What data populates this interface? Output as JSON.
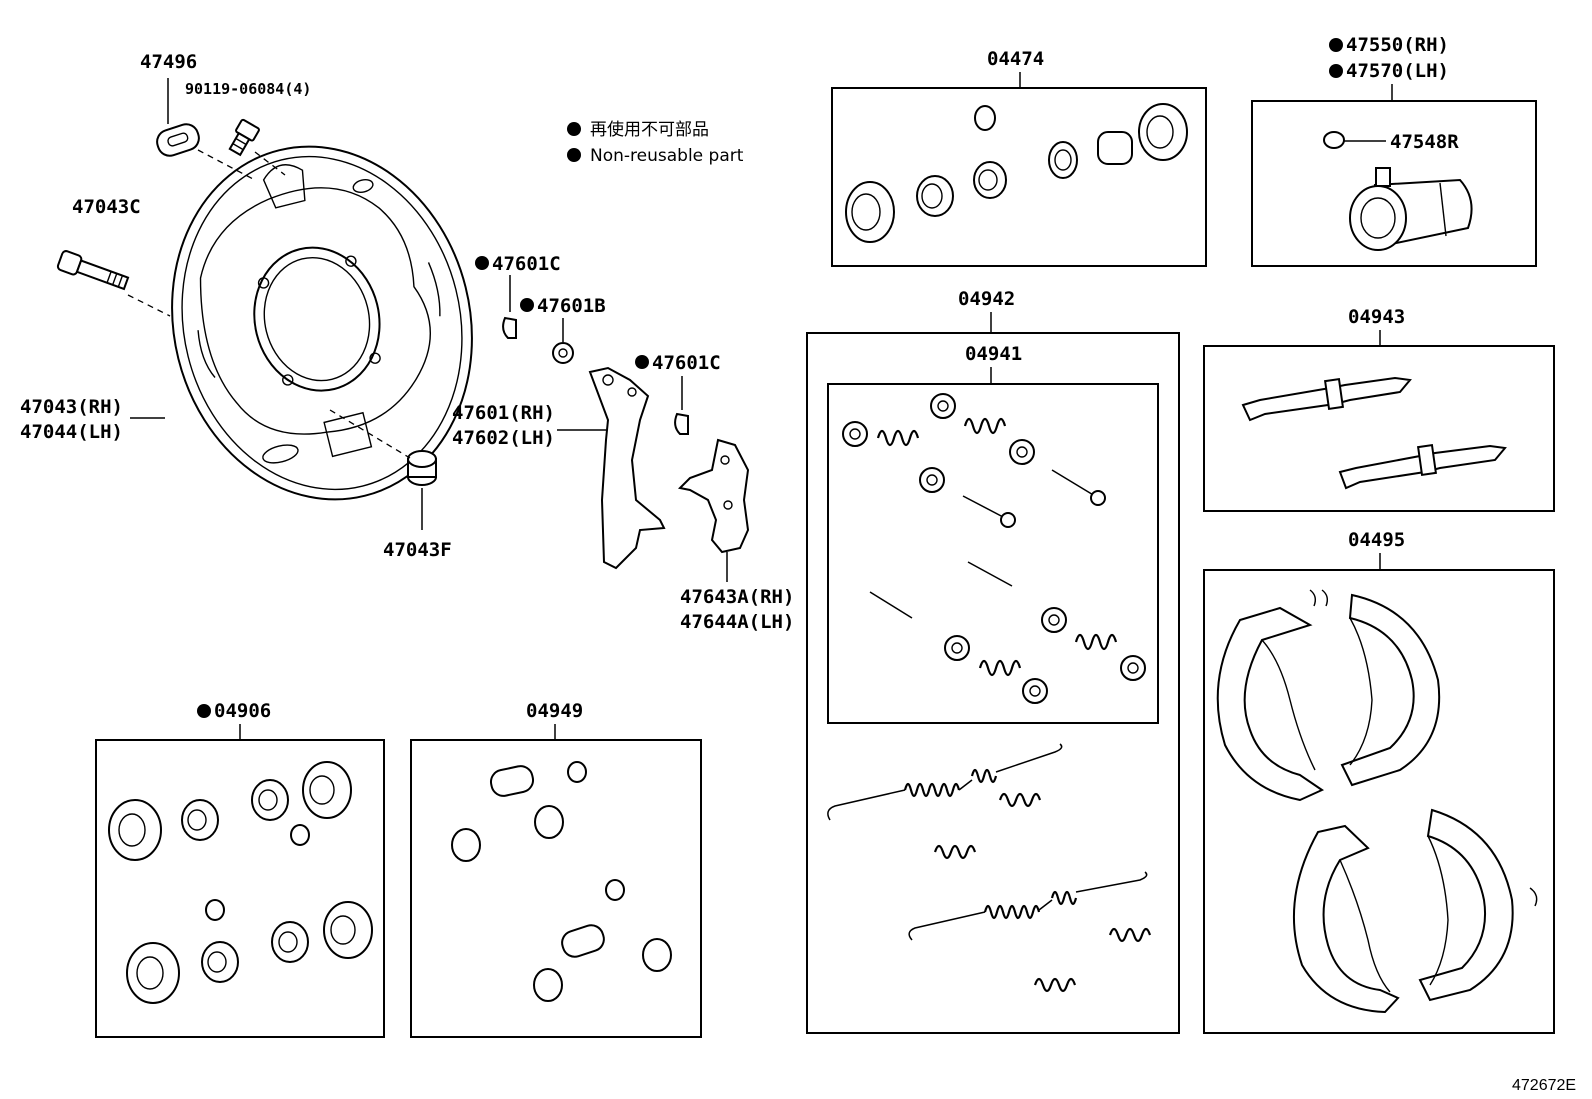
{
  "labels": {
    "p47496": "47496",
    "p90119": "90119-06084(4)",
    "p47043c": "47043C",
    "p47043rh": "47043(RH)",
    "p47044lh": "47044(LH)",
    "p47043f": "47043F",
    "p47601c_a": "47601C",
    "p47601b": "47601B",
    "p47601c_b": "47601C",
    "p47601rh": "47601(RH)",
    "p47602lh": "47602(LH)",
    "p47643a": "47643A(RH)",
    "p47644a": "47644A(LH)",
    "p04474": "04474",
    "p47550": "47550(RH)",
    "p47570": "47570(LH)",
    "p47548r": "47548R",
    "p04942": "04942",
    "p04941": "04941",
    "p04943": "04943",
    "p04495": "04495",
    "p04906": "04906",
    "p04949": "04949"
  },
  "legend": {
    "jp": "再使用不可部品",
    "en": "Non-reusable part"
  },
  "figure_ref": "472672E"
}
